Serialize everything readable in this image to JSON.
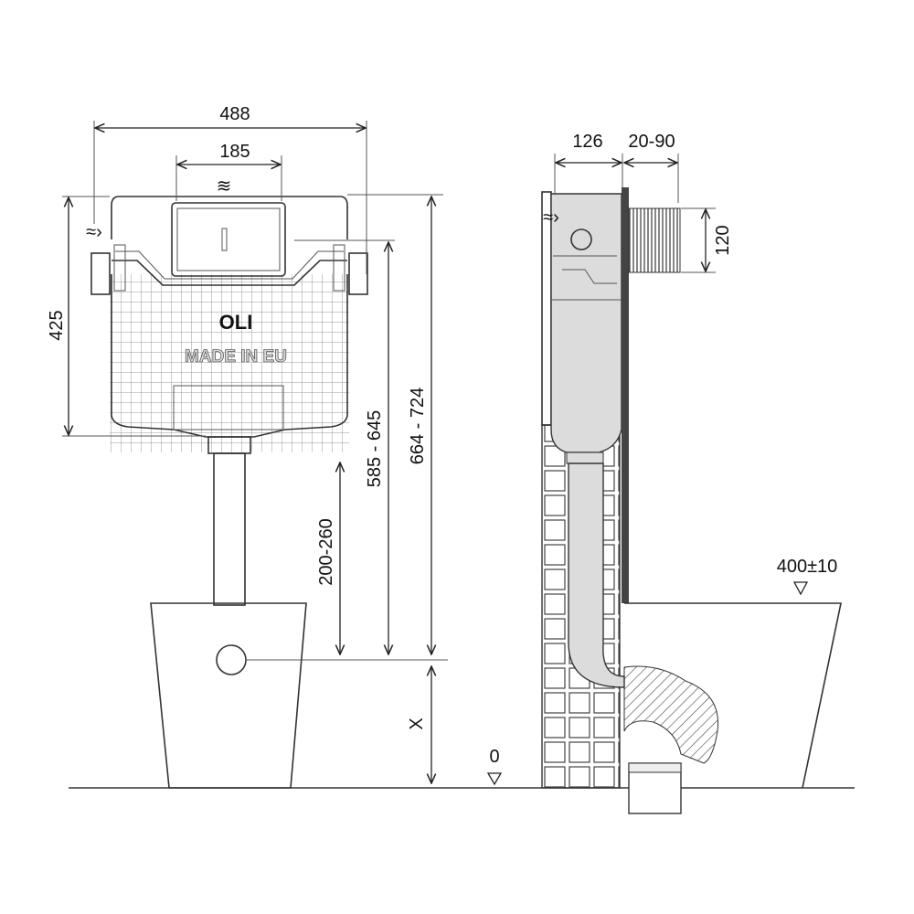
{
  "front_view": {
    "width_total": "488",
    "width_panel": "185",
    "height_tank": "425",
    "height_range_1": "585 - 645",
    "height_range_2": "664 - 724",
    "height_range_3": "200-260",
    "height_x": "X",
    "floor_level": "0",
    "brand_logo": "OLI",
    "made_in": "MADE IN EU"
  },
  "side_view": {
    "depth_tank": "126",
    "depth_adjust": "20-90",
    "height_outlet": "120",
    "seat_height": "400±10"
  },
  "colors": {
    "line": "#222222",
    "fill_gray": "#dcdcdc",
    "mesh": "#8a8a8a"
  }
}
